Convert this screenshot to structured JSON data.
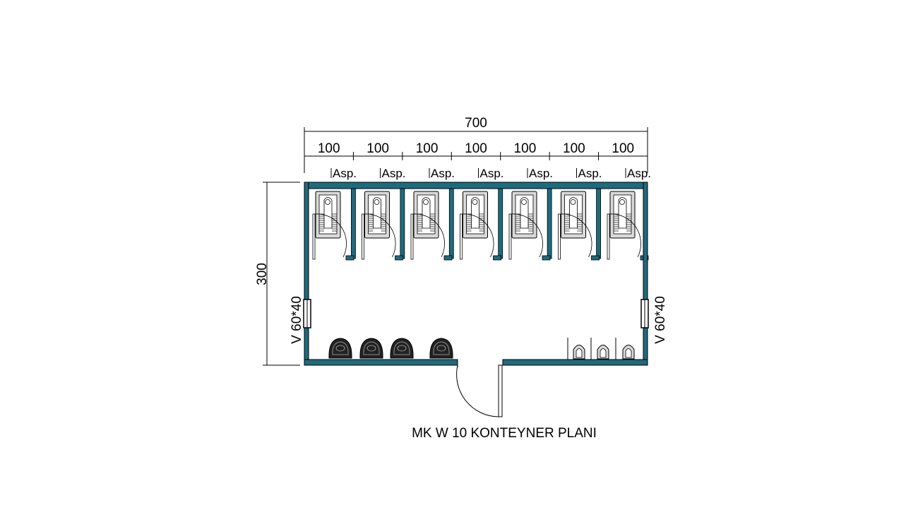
{
  "plan": {
    "title": "MK W 10 KONTEYNER PLANI",
    "total_width_label": "700",
    "height_label": "300",
    "cabin_width_labels": [
      "100",
      "100",
      "100",
      "100",
      "100",
      "100",
      "100"
    ],
    "cabin_label": "Asp.",
    "window_left_label": "V 60*40",
    "window_right_label": "V 60*40",
    "sink_count": 4,
    "urinal_count": 3,
    "colors": {
      "wall": "#1e6b7e",
      "line": "#000000",
      "fixture_fill": "#d9d9d9",
      "background": "#ffffff"
    }
  }
}
